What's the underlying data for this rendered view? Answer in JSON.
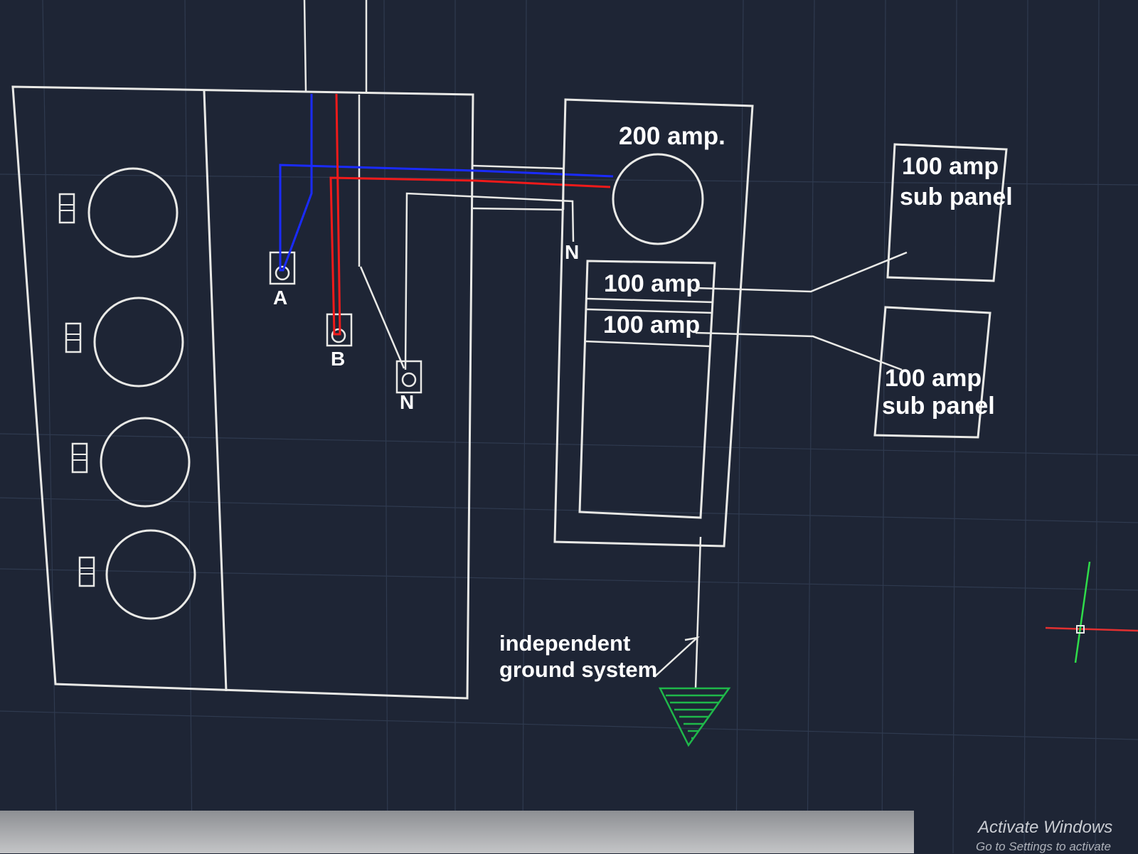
{
  "labels": {
    "main_breaker": "200 amp.",
    "breaker_1": "100 amp",
    "breaker_2": "100 amp",
    "sub_panel_1_line1": "100 amp",
    "sub_panel_1_line2": "sub panel",
    "sub_panel_2_line1": "100 amp",
    "sub_panel_2_line2": "sub panel",
    "terminal_a": "A",
    "terminal_b": "B",
    "terminal_n": "N",
    "neutral_bar": "N",
    "ground_line1": "independent",
    "ground_line2": "ground system"
  },
  "colors": {
    "background": "#1e2535",
    "grid": "#2f3a4f",
    "line": "#e9e9e6",
    "phase_a_wire": "#1a2bff",
    "phase_b_wire": "#f01a1a",
    "ground_symbol": "#1fb84a",
    "cursor_x": "#e23030",
    "cursor_y": "#2fdc4a"
  },
  "icons": {
    "ground": "ground-triangle-icon",
    "cursor": "crosshair-cursor-icon",
    "meter_socket": "meter-socket-icon"
  },
  "watermark": {
    "title": "Activate Windows",
    "subtitle": "Go to Settings to activate"
  }
}
